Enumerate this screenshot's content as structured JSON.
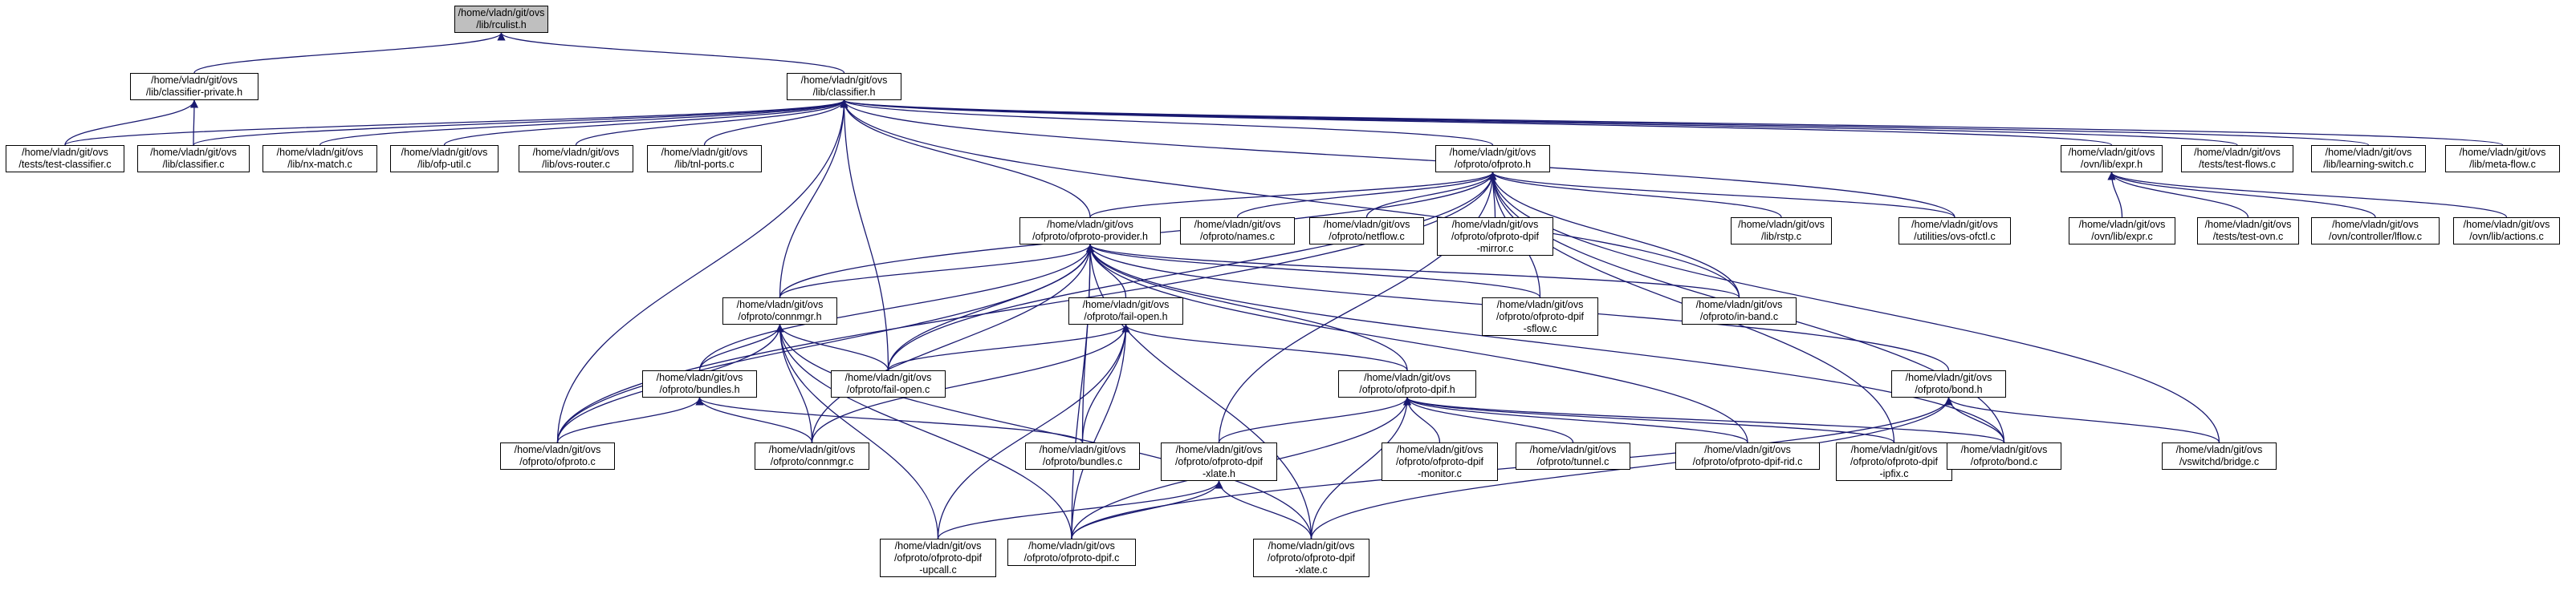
{
  "diagram": {
    "type": "include-dependency-graph",
    "colors": {
      "node_fill": "#ffffff",
      "root_fill": "#bfbfbf",
      "border": "#000000",
      "edge": "#191970"
    },
    "nodes": [
      {
        "id": "rculist_h",
        "lines": [
          "/home/vladn/git/ovs",
          "/lib/rculist.h"
        ]
      },
      {
        "id": "classifier_private_h",
        "lines": [
          "/home/vladn/git/ovs",
          "/lib/classifier-private.h"
        ]
      },
      {
        "id": "classifier_h",
        "lines": [
          "/home/vladn/git/ovs",
          "/lib/classifier.h"
        ]
      },
      {
        "id": "test_classifier_c",
        "lines": [
          "/home/vladn/git/ovs",
          "/tests/test-classifier.c"
        ]
      },
      {
        "id": "classifier_c",
        "lines": [
          "/home/vladn/git/ovs",
          "/lib/classifier.c"
        ]
      },
      {
        "id": "nx_match_c",
        "lines": [
          "/home/vladn/git/ovs",
          "/lib/nx-match.c"
        ]
      },
      {
        "id": "ofp_util_c",
        "lines": [
          "/home/vladn/git/ovs",
          "/lib/ofp-util.c"
        ]
      },
      {
        "id": "ovs_router_c",
        "lines": [
          "/home/vladn/git/ovs",
          "/lib/ovs-router.c"
        ]
      },
      {
        "id": "tnl_ports_c",
        "lines": [
          "/home/vladn/git/ovs",
          "/lib/tnl-ports.c"
        ]
      },
      {
        "id": "ofproto_h",
        "lines": [
          "/home/vladn/git/ovs",
          "/ofproto/ofproto.h"
        ]
      },
      {
        "id": "expr_h",
        "lines": [
          "/home/vladn/git/ovs",
          "/ovn/lib/expr.h"
        ]
      },
      {
        "id": "test_flows_c",
        "lines": [
          "/home/vladn/git/ovs",
          "/tests/test-flows.c"
        ]
      },
      {
        "id": "learning_switch_c",
        "lines": [
          "/home/vladn/git/ovs",
          "/lib/learning-switch.c"
        ]
      },
      {
        "id": "meta_flow_c",
        "lines": [
          "/home/vladn/git/ovs",
          "/lib/meta-flow.c"
        ]
      },
      {
        "id": "ofproto_provider_h",
        "lines": [
          "/home/vladn/git/ovs",
          "/ofproto/ofproto-provider.h"
        ]
      },
      {
        "id": "names_c",
        "lines": [
          "/home/vladn/git/ovs",
          "/ofproto/names.c"
        ]
      },
      {
        "id": "netflow_c",
        "lines": [
          "/home/vladn/git/ovs",
          "/ofproto/netflow.c"
        ]
      },
      {
        "id": "dpif_mirror_c",
        "lines": [
          "/home/vladn/git/ovs",
          "/ofproto/ofproto-dpif",
          "-mirror.c"
        ]
      },
      {
        "id": "rstp_c",
        "lines": [
          "/home/vladn/git/ovs",
          "/lib/rstp.c"
        ]
      },
      {
        "id": "ovs_ofctl_c",
        "lines": [
          "/home/vladn/git/ovs",
          "/utilities/ovs-ofctl.c"
        ]
      },
      {
        "id": "expr_c",
        "lines": [
          "/home/vladn/git/ovs",
          "/ovn/lib/expr.c"
        ]
      },
      {
        "id": "test_ovn_c",
        "lines": [
          "/home/vladn/git/ovs",
          "/tests/test-ovn.c"
        ]
      },
      {
        "id": "lflow_c",
        "lines": [
          "/home/vladn/git/ovs",
          "/ovn/controller/lflow.c"
        ]
      },
      {
        "id": "actions_c",
        "lines": [
          "/home/vladn/git/ovs",
          "/ovn/lib/actions.c"
        ]
      },
      {
        "id": "connmgr_h",
        "lines": [
          "/home/vladn/git/ovs",
          "/ofproto/connmgr.h"
        ]
      },
      {
        "id": "fail_open_h",
        "lines": [
          "/home/vladn/git/ovs",
          "/ofproto/fail-open.h"
        ]
      },
      {
        "id": "dpif_sflow_c",
        "lines": [
          "/home/vladn/git/ovs",
          "/ofproto/ofproto-dpif",
          "-sflow.c"
        ]
      },
      {
        "id": "in_band_c",
        "lines": [
          "/home/vladn/git/ovs",
          "/ofproto/in-band.c"
        ]
      },
      {
        "id": "bundles_h",
        "lines": [
          "/home/vladn/git/ovs",
          "/ofproto/bundles.h"
        ]
      },
      {
        "id": "fail_open_c",
        "lines": [
          "/home/vladn/git/ovs",
          "/ofproto/fail-open.c"
        ]
      },
      {
        "id": "ofproto_dpif_h",
        "lines": [
          "/home/vladn/git/ovs",
          "/ofproto/ofproto-dpif.h"
        ]
      },
      {
        "id": "bond_h",
        "lines": [
          "/home/vladn/git/ovs",
          "/ofproto/bond.h"
        ]
      },
      {
        "id": "ofproto_c",
        "lines": [
          "/home/vladn/git/ovs",
          "/ofproto/ofproto.c"
        ]
      },
      {
        "id": "connmgr_c",
        "lines": [
          "/home/vladn/git/ovs",
          "/ofproto/connmgr.c"
        ]
      },
      {
        "id": "bundles_c",
        "lines": [
          "/home/vladn/git/ovs",
          "/ofproto/bundles.c"
        ]
      },
      {
        "id": "dpif_xlate_h",
        "lines": [
          "/home/vladn/git/ovs",
          "/ofproto/ofproto-dpif",
          "-xlate.h"
        ]
      },
      {
        "id": "dpif_monitor_c",
        "lines": [
          "/home/vladn/git/ovs",
          "/ofproto/ofproto-dpif",
          "-monitor.c"
        ]
      },
      {
        "id": "tunnel_c",
        "lines": [
          "/home/vladn/git/ovs",
          "/ofproto/tunnel.c"
        ]
      },
      {
        "id": "dpif_rid_c",
        "lines": [
          "/home/vladn/git/ovs",
          "/ofproto/ofproto-dpif-rid.c"
        ]
      },
      {
        "id": "dpif_ipfix_c",
        "lines": [
          "/home/vladn/git/ovs",
          "/ofproto/ofproto-dpif",
          "-ipfix.c"
        ]
      },
      {
        "id": "bond_c",
        "lines": [
          "/home/vladn/git/ovs",
          "/ofproto/bond.c"
        ]
      },
      {
        "id": "bridge_c",
        "lines": [
          "/home/vladn/git/ovs",
          "/vswitchd/bridge.c"
        ]
      },
      {
        "id": "dpif_upcall_c",
        "lines": [
          "/home/vladn/git/ovs",
          "/ofproto/ofproto-dpif",
          "-upcall.c"
        ]
      },
      {
        "id": "ofproto_dpif_c",
        "lines": [
          "/home/vladn/git/ovs",
          "/ofproto/ofproto-dpif.c"
        ]
      },
      {
        "id": "dpif_xlate_c",
        "lines": [
          "/home/vladn/git/ovs",
          "/ofproto/ofproto-dpif",
          "-xlate.c"
        ]
      }
    ],
    "edges": [
      {
        "from": "classifier_private_h",
        "to": "rculist_h"
      },
      {
        "from": "classifier_h",
        "to": "rculist_h"
      },
      {
        "from": "test_classifier_c",
        "to": "classifier_private_h"
      },
      {
        "from": "classifier_c",
        "to": "classifier_private_h"
      },
      {
        "from": "test_classifier_c",
        "to": "classifier_h"
      },
      {
        "from": "classifier_c",
        "to": "classifier_h"
      },
      {
        "from": "nx_match_c",
        "to": "classifier_h"
      },
      {
        "from": "ofp_util_c",
        "to": "classifier_h"
      },
      {
        "from": "ovs_router_c",
        "to": "classifier_h"
      },
      {
        "from": "tnl_ports_c",
        "to": "classifier_h"
      },
      {
        "from": "ofproto_h",
        "to": "classifier_h"
      },
      {
        "from": "expr_h",
        "to": "classifier_h"
      },
      {
        "from": "test_flows_c",
        "to": "classifier_h"
      },
      {
        "from": "learning_switch_c",
        "to": "classifier_h"
      },
      {
        "from": "meta_flow_c",
        "to": "classifier_h"
      },
      {
        "from": "ofproto_provider_h",
        "to": "classifier_h"
      },
      {
        "from": "connmgr_h",
        "to": "classifier_h"
      },
      {
        "from": "fail_open_c",
        "to": "classifier_h"
      },
      {
        "from": "ofproto_c",
        "to": "classifier_h"
      },
      {
        "from": "in_band_c",
        "to": "classifier_h"
      },
      {
        "from": "ovs_ofctl_c",
        "to": "classifier_h"
      },
      {
        "from": "ofproto_provider_h",
        "to": "ofproto_h"
      },
      {
        "from": "names_c",
        "to": "ofproto_h"
      },
      {
        "from": "netflow_c",
        "to": "ofproto_h"
      },
      {
        "from": "dpif_mirror_c",
        "to": "ofproto_h"
      },
      {
        "from": "rstp_c",
        "to": "ofproto_h"
      },
      {
        "from": "ovs_ofctl_c",
        "to": "ofproto_h"
      },
      {
        "from": "connmgr_h",
        "to": "ofproto_h"
      },
      {
        "from": "dpif_sflow_c",
        "to": "ofproto_h"
      },
      {
        "from": "in_band_c",
        "to": "ofproto_h"
      },
      {
        "from": "fail_open_c",
        "to": "ofproto_h"
      },
      {
        "from": "ofproto_c",
        "to": "ofproto_h"
      },
      {
        "from": "dpif_xlate_h",
        "to": "ofproto_h"
      },
      {
        "from": "dpif_ipfix_c",
        "to": "ofproto_h"
      },
      {
        "from": "bond_c",
        "to": "ofproto_h"
      },
      {
        "from": "bridge_c",
        "to": "ofproto_h"
      },
      {
        "from": "expr_c",
        "to": "expr_h"
      },
      {
        "from": "test_ovn_c",
        "to": "expr_h"
      },
      {
        "from": "lflow_c",
        "to": "expr_h"
      },
      {
        "from": "actions_c",
        "to": "expr_h"
      },
      {
        "from": "connmgr_h",
        "to": "ofproto_provider_h"
      },
      {
        "from": "fail_open_h",
        "to": "ofproto_provider_h"
      },
      {
        "from": "dpif_sflow_c",
        "to": "ofproto_provider_h"
      },
      {
        "from": "in_band_c",
        "to": "ofproto_provider_h"
      },
      {
        "from": "bundles_h",
        "to": "ofproto_provider_h"
      },
      {
        "from": "fail_open_c",
        "to": "ofproto_provider_h"
      },
      {
        "from": "ofproto_dpif_h",
        "to": "ofproto_provider_h"
      },
      {
        "from": "bond_h",
        "to": "ofproto_provider_h"
      },
      {
        "from": "ofproto_c",
        "to": "ofproto_provider_h"
      },
      {
        "from": "connmgr_c",
        "to": "ofproto_provider_h"
      },
      {
        "from": "bundles_c",
        "to": "ofproto_provider_h"
      },
      {
        "from": "dpif_rid_c",
        "to": "ofproto_provider_h"
      },
      {
        "from": "bond_c",
        "to": "ofproto_provider_h"
      },
      {
        "from": "ofproto_dpif_c",
        "to": "ofproto_provider_h"
      },
      {
        "from": "dpif_xlate_c",
        "to": "ofproto_provider_h"
      },
      {
        "from": "bundles_h",
        "to": "connmgr_h"
      },
      {
        "from": "fail_open_c",
        "to": "connmgr_h"
      },
      {
        "from": "ofproto_c",
        "to": "connmgr_h"
      },
      {
        "from": "connmgr_c",
        "to": "connmgr_h"
      },
      {
        "from": "dpif_upcall_c",
        "to": "connmgr_h"
      },
      {
        "from": "ofproto_dpif_c",
        "to": "connmgr_h"
      },
      {
        "from": "dpif_xlate_c",
        "to": "connmgr_h"
      },
      {
        "from": "fail_open_c",
        "to": "fail_open_h"
      },
      {
        "from": "connmgr_c",
        "to": "fail_open_h"
      },
      {
        "from": "bundles_c",
        "to": "fail_open_h"
      },
      {
        "from": "ofproto_dpif_c",
        "to": "fail_open_h"
      },
      {
        "from": "dpif_upcall_c",
        "to": "fail_open_h"
      },
      {
        "from": "ofproto_dpif_h",
        "to": "fail_open_h"
      },
      {
        "from": "ofproto_c",
        "to": "bundles_h"
      },
      {
        "from": "connmgr_c",
        "to": "bundles_h"
      },
      {
        "from": "bundles_c",
        "to": "bundles_h"
      },
      {
        "from": "dpif_xlate_h",
        "to": "ofproto_dpif_h"
      },
      {
        "from": "dpif_monitor_c",
        "to": "ofproto_dpif_h"
      },
      {
        "from": "tunnel_c",
        "to": "ofproto_dpif_h"
      },
      {
        "from": "dpif_rid_c",
        "to": "ofproto_dpif_h"
      },
      {
        "from": "dpif_ipfix_c",
        "to": "ofproto_dpif_h"
      },
      {
        "from": "bond_c",
        "to": "ofproto_dpif_h"
      },
      {
        "from": "ofproto_dpif_c",
        "to": "ofproto_dpif_h"
      },
      {
        "from": "dpif_xlate_c",
        "to": "ofproto_dpif_h"
      },
      {
        "from": "bond_c",
        "to": "bond_h"
      },
      {
        "from": "bridge_c",
        "to": "bond_h"
      },
      {
        "from": "ofproto_dpif_c",
        "to": "bond_h"
      },
      {
        "from": "dpif_xlate_c",
        "to": "bond_h"
      },
      {
        "from": "dpif_upcall_c",
        "to": "dpif_xlate_h"
      },
      {
        "from": "ofproto_dpif_c",
        "to": "dpif_xlate_h"
      },
      {
        "from": "dpif_xlate_c",
        "to": "dpif_xlate_h"
      }
    ]
  }
}
